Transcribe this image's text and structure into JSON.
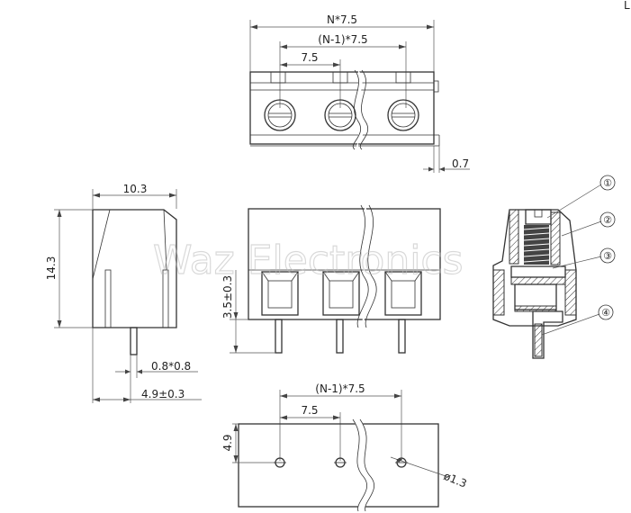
{
  "views": {
    "top": {
      "dim_total_width": "N*7.5",
      "dim_span": "(N-1)*7.5",
      "dim_pitch": "7.5",
      "dim_rail": "0.7"
    },
    "side": {
      "dim_width": "10.3",
      "dim_height": "14.3",
      "dim_pin_size": "0.8*0.8",
      "dim_pin_offset": "4.9±0.3"
    },
    "front": {
      "dim_pin_length": "3.5±0.3"
    },
    "footprint": {
      "dim_span": "(N-1)*7.5",
      "dim_pitch": "7.5",
      "dim_row_offset": "4.9",
      "dim_hole": "ø1.3"
    },
    "section": {
      "callouts": [
        "①",
        "②",
        "③",
        "④"
      ]
    }
  },
  "watermark": "Waz Electronics",
  "corner_mark": "L",
  "colors": {
    "line": "#333333",
    "background": "#ffffff",
    "watermark": "#bbbbbb"
  }
}
